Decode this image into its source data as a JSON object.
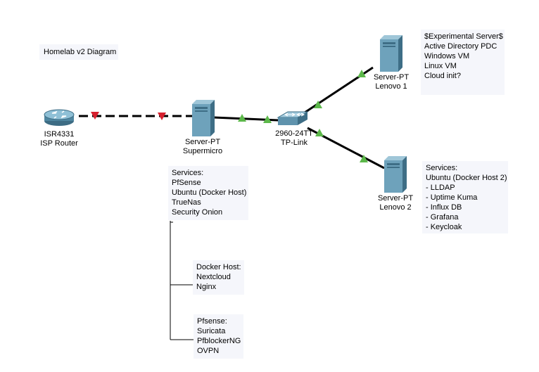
{
  "title": "Homelab v2 Diagram",
  "devices": {
    "router": {
      "model": "ISR4331",
      "name": "ISP Router",
      "icon": "router-icon"
    },
    "supermicro": {
      "model": "Server-PT",
      "name": "Supermicro",
      "icon": "server-icon"
    },
    "switch": {
      "model": "2960-24TT",
      "name": "TP-Link",
      "icon": "switch-icon"
    },
    "lenovo1": {
      "model": "Server-PT",
      "name": "Lenovo 1",
      "icon": "server-icon"
    },
    "lenovo2": {
      "model": "Server-PT",
      "name": "Lenovo 2",
      "icon": "server-icon"
    }
  },
  "notes": {
    "experimental": [
      "$Experimental Server$",
      "Active Directory PDC",
      "Windows VM",
      "Linux VM",
      "Cloud init?"
    ],
    "lenovo2_services": [
      "Services:",
      "Ubuntu (Docker Host 2)",
      "- LLDAP",
      "- Uptime Kuma",
      "- Influx DB",
      "- Grafana",
      "- Keycloak"
    ],
    "supermicro_services": [
      "Services:",
      "PfSense",
      "Ubuntu (Docker Host)",
      "TrueNas",
      "Security Onion"
    ],
    "docker_host": [
      "Docker Host:",
      "Nextcloud",
      "Nginx"
    ],
    "pfsense": [
      "Pfsense:",
      "Suricata",
      "PfblockerNG",
      "OVPN"
    ]
  },
  "colors": {
    "link_up": "#5cb84a",
    "link_down": "#d6202e",
    "note_bg": "#f5f6fb",
    "line": "#000000"
  }
}
